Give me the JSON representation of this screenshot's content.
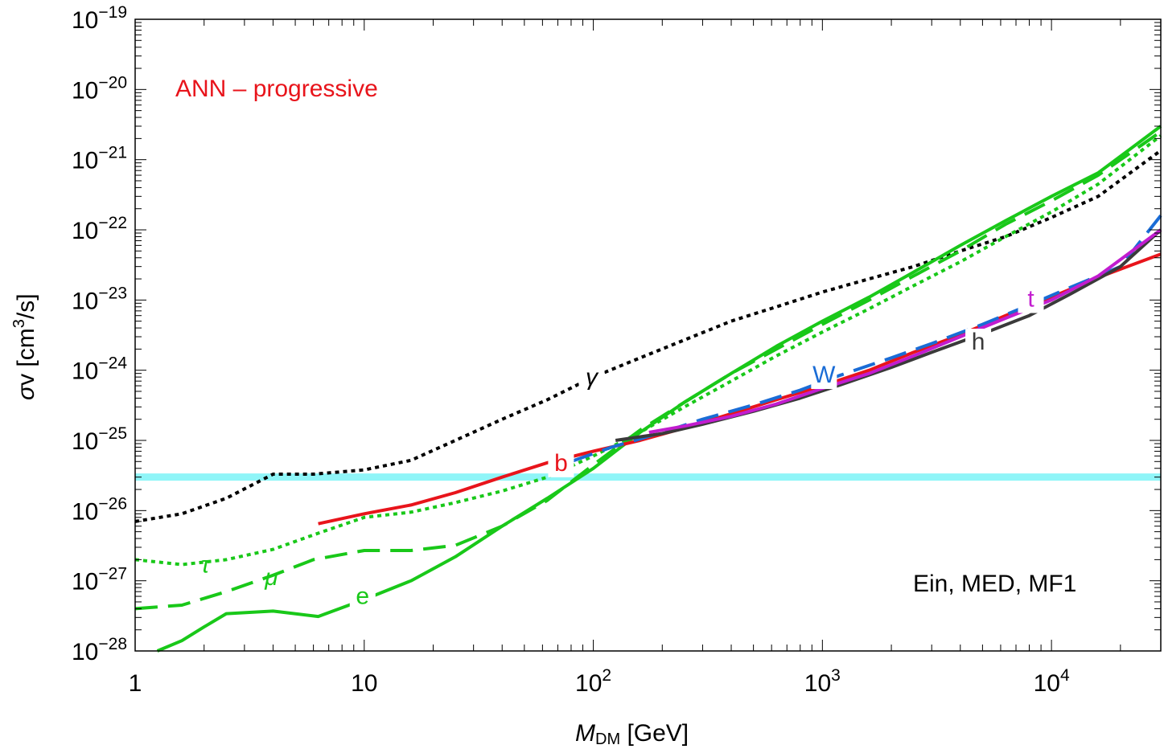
{
  "chart_data": {
    "type": "line",
    "title": "",
    "xlabel": "M_DM [GeV]",
    "xlabel_main": "M",
    "xlabel_sub": "DM",
    "xlabel_unit": " [GeV]",
    "ylabel": "σv [cm³/s]",
    "ylabel_sigma": "σ",
    "ylabel_rest": "v [cm",
    "ylabel_sup": "3",
    "ylabel_end": "/s]",
    "x_scale": "log",
    "y_scale": "log",
    "xlim": [
      1,
      30000
    ],
    "ylim": [
      1e-28,
      1e-19
    ],
    "x_ticks": [
      {
        "value": 1,
        "label": "1"
      },
      {
        "value": 10,
        "label": "10"
      },
      {
        "value": 100,
        "base": "10",
        "exp": "2"
      },
      {
        "value": 1000,
        "base": "10",
        "exp": "3"
      },
      {
        "value": 10000,
        "base": "10",
        "exp": "4"
      }
    ],
    "y_ticks": [
      {
        "value": 1e-28,
        "base": "10",
        "exp": "−28"
      },
      {
        "value": 1e-27,
        "base": "10",
        "exp": "−27"
      },
      {
        "value": 1e-26,
        "base": "10",
        "exp": "−26"
      },
      {
        "value": 1e-25,
        "base": "10",
        "exp": "−25"
      },
      {
        "value": 1e-24,
        "base": "10",
        "exp": "−24"
      },
      {
        "value": 1e-23,
        "base": "10",
        "exp": "−23"
      },
      {
        "value": 1e-22,
        "base": "10",
        "exp": "−22"
      },
      {
        "value": 1e-21,
        "base": "10",
        "exp": "−21"
      },
      {
        "value": 1e-20,
        "base": "10",
        "exp": "−20"
      },
      {
        "value": 1e-19,
        "base": "10",
        "exp": "−19"
      }
    ],
    "annotations": [
      {
        "text": "ANN – progressive",
        "color": "#e8141b"
      },
      {
        "text": "Ein, MED, MF1",
        "color": "#000000"
      }
    ],
    "reference_line": {
      "y": 3e-26,
      "color": "#8ff5f8"
    },
    "series": [
      {
        "name": "γ",
        "color": "#000000",
        "dash": "dotted",
        "points": [
          [
            1,
            7e-27
          ],
          [
            1.6,
            9e-27
          ],
          [
            2.5,
            1.5e-26
          ],
          [
            4,
            3.3e-26
          ],
          [
            6,
            3.3e-26
          ],
          [
            10,
            3.8e-26
          ],
          [
            16,
            5.2e-26
          ],
          [
            25,
            1e-25
          ],
          [
            40,
            2e-25
          ],
          [
            63,
            3.8e-25
          ],
          [
            100,
            8e-25
          ],
          [
            160,
            1.5e-24
          ],
          [
            250,
            2.7e-24
          ],
          [
            400,
            5e-24
          ],
          [
            630,
            8e-24
          ],
          [
            1000,
            1.3e-23
          ],
          [
            1600,
            2e-23
          ],
          [
            2500,
            3e-23
          ],
          [
            4000,
            5e-23
          ],
          [
            6300,
            8e-23
          ],
          [
            10000,
            1.5e-22
          ],
          [
            16000,
            3e-22
          ],
          [
            30000,
            1.35e-21
          ]
        ]
      },
      {
        "name": "τ",
        "color": "#19c819",
        "dash": "dotted",
        "points": [
          [
            1,
            2e-27
          ],
          [
            1.6,
            1.7e-27
          ],
          [
            2.5,
            2e-27
          ],
          [
            4,
            2.8e-27
          ],
          [
            6,
            4.5e-27
          ],
          [
            10,
            8e-27
          ],
          [
            16,
            9.5e-27
          ],
          [
            25,
            1.3e-26
          ],
          [
            40,
            1.9e-26
          ],
          [
            63,
            3e-26
          ],
          [
            100,
            6e-26
          ],
          [
            160,
            1.3e-25
          ],
          [
            250,
            3e-25
          ],
          [
            400,
            7e-25
          ],
          [
            630,
            1.6e-24
          ],
          [
            1000,
            3.5e-24
          ],
          [
            1600,
            7.5e-24
          ],
          [
            2500,
            1.6e-23
          ],
          [
            4000,
            3.5e-23
          ],
          [
            6300,
            8e-23
          ],
          [
            10000,
            1.8e-22
          ],
          [
            16000,
            4.5e-22
          ],
          [
            30000,
            2.2e-21
          ]
        ]
      },
      {
        "name": "μ",
        "color": "#19c819",
        "dash": "longdash",
        "points": [
          [
            1,
            4e-28
          ],
          [
            1.6,
            4.5e-28
          ],
          [
            2.5,
            7e-28
          ],
          [
            4,
            1.2e-27
          ],
          [
            6,
            2e-27
          ],
          [
            10,
            2.7e-27
          ],
          [
            16,
            2.7e-27
          ],
          [
            25,
            3.2e-27
          ],
          [
            40,
            6e-27
          ],
          [
            63,
            1.4e-26
          ],
          [
            100,
            4.5e-26
          ],
          [
            160,
            1.4e-25
          ],
          [
            250,
            3.5e-25
          ],
          [
            400,
            9e-25
          ],
          [
            630,
            2e-24
          ],
          [
            1000,
            4.5e-24
          ],
          [
            1600,
            1e-23
          ],
          [
            2500,
            2.2e-23
          ],
          [
            4000,
            5e-23
          ],
          [
            6300,
            1.2e-22
          ],
          [
            10000,
            2.6e-22
          ],
          [
            16000,
            6e-22
          ],
          [
            30000,
            2.5e-21
          ]
        ]
      },
      {
        "name": "e",
        "color": "#19c819",
        "dash": "solid",
        "points": [
          [
            1.25,
            1e-28
          ],
          [
            1.6,
            1.4e-28
          ],
          [
            2,
            2.2e-28
          ],
          [
            2.5,
            3.4e-28
          ],
          [
            4,
            3.7e-28
          ],
          [
            6.3,
            3.1e-28
          ],
          [
            10,
            5.4e-28
          ],
          [
            16,
            1e-27
          ],
          [
            25,
            2.2e-27
          ],
          [
            40,
            6e-27
          ],
          [
            63,
            1.5e-26
          ],
          [
            100,
            4e-26
          ],
          [
            160,
            1.3e-25
          ],
          [
            250,
            3.5e-25
          ],
          [
            400,
            9e-25
          ],
          [
            630,
            2.2e-24
          ],
          [
            1000,
            5e-24
          ],
          [
            1600,
            1.1e-23
          ],
          [
            2500,
            2.5e-23
          ],
          [
            4000,
            6e-23
          ],
          [
            6300,
            1.35e-22
          ],
          [
            10000,
            3e-22
          ],
          [
            16000,
            6.5e-22
          ],
          [
            30000,
            3e-21
          ]
        ]
      },
      {
        "name": "b",
        "color": "#e8141b",
        "dash": "solid",
        "points": [
          [
            6.3,
            6.5e-27
          ],
          [
            10,
            9e-27
          ],
          [
            16,
            1.2e-26
          ],
          [
            25,
            1.8e-26
          ],
          [
            40,
            3e-26
          ],
          [
            63,
            4.8e-26
          ],
          [
            100,
            7e-26
          ],
          [
            160,
            1e-25
          ],
          [
            250,
            1.5e-25
          ],
          [
            400,
            2.4e-25
          ],
          [
            630,
            3.8e-25
          ],
          [
            1000,
            6e-25
          ],
          [
            1600,
            1e-24
          ],
          [
            2500,
            1.8e-24
          ],
          [
            4000,
            3.2e-24
          ],
          [
            6300,
            6e-24
          ],
          [
            10000,
            1.1e-23
          ],
          [
            16000,
            2.1e-23
          ],
          [
            30000,
            4.5e-23
          ]
        ]
      },
      {
        "name": "W",
        "color": "#1a6cd6",
        "dash": "longdash",
        "points": [
          [
            80,
            5e-26
          ],
          [
            120,
            8e-26
          ],
          [
            200,
            1.3e-25
          ],
          [
            300,
            2e-25
          ],
          [
            500,
            3.2e-25
          ],
          [
            800,
            5.2e-25
          ],
          [
            1200,
            8.5e-25
          ],
          [
            2000,
            1.5e-24
          ],
          [
            3000,
            2.4e-24
          ],
          [
            5000,
            4.5e-24
          ],
          [
            8000,
            8.5e-24
          ],
          [
            12000,
            1.5e-23
          ],
          [
            20000,
            3e-23
          ],
          [
            30000,
            1.6e-22
          ]
        ]
      },
      {
        "name": "h",
        "color": "#3a3a3a",
        "dash": "solid",
        "points": [
          [
            125,
            1e-25
          ],
          [
            200,
            1.25e-25
          ],
          [
            300,
            1.7e-25
          ],
          [
            500,
            2.6e-25
          ],
          [
            800,
            4e-25
          ],
          [
            1200,
            6.2e-25
          ],
          [
            2000,
            1.1e-24
          ],
          [
            3000,
            1.8e-24
          ],
          [
            5000,
            3.3e-24
          ],
          [
            8000,
            6e-24
          ],
          [
            12000,
            1.2e-23
          ],
          [
            20000,
            3e-23
          ],
          [
            30000,
            1e-22
          ]
        ]
      },
      {
        "name": "t",
        "color": "#c21ccf",
        "dash": "solid",
        "points": [
          [
            175,
            1.3e-25
          ],
          [
            250,
            1.6e-25
          ],
          [
            400,
            2.2e-25
          ],
          [
            630,
            3.3e-25
          ],
          [
            1000,
            5.5e-25
          ],
          [
            1600,
            9e-25
          ],
          [
            2500,
            1.6e-24
          ],
          [
            4000,
            3e-24
          ],
          [
            6300,
            5.5e-24
          ],
          [
            10000,
            1e-23
          ],
          [
            16000,
            2.2e-23
          ],
          [
            30000,
            1e-22
          ]
        ]
      }
    ]
  }
}
